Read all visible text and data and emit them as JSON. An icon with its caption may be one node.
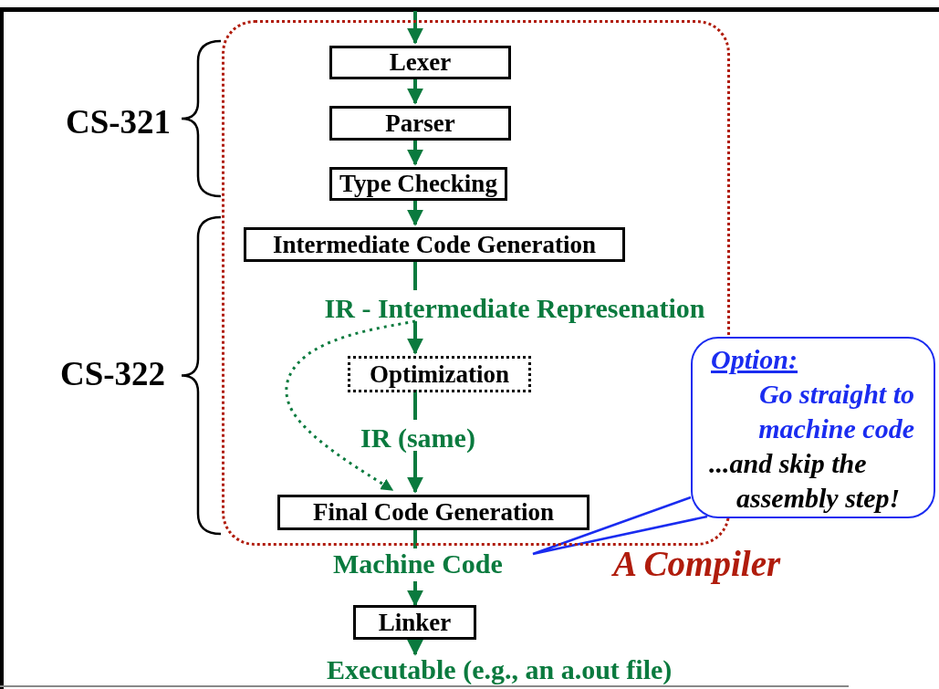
{
  "diagram": {
    "nodes": [
      {
        "text": [
          "A Compiler"
        ]
      },
      {
        "text": [
          "Lexer"
        ],
        "in": 0
      },
      {
        "text": [
          "Parser"
        ],
        "in": 0
      },
      {
        "text": [
          "Type Checking"
        ],
        "in": 0
      },
      {
        "text": [
          "Intermediate Code Generation"
        ],
        "in": 0
      },
      {
        "text": [
          "IR - Intermediate Represenation"
        ],
        "in": 0
      },
      {
        "text": [
          "Optimization"
        ],
        "in": 0
      },
      {
        "text": [
          "IR (same)"
        ],
        "in": 0
      },
      {
        "text": [
          "Final Code Generation"
        ],
        "in": 0
      },
      {
        "text": [
          "Machine Code"
        ]
      },
      {
        "text": [
          "Linker"
        ]
      },
      {
        "text": [
          "Executable (e.g., an a.out file)"
        ]
      },
      {
        "text": [
          "Option:",
          "Go straight to machine code",
          "...and skip the assembly step!"
        ]
      }
    ],
    "edges": [
      {
        "from": null,
        "to": 1,
        "arrow": "to"
      },
      {
        "from": 1,
        "to": 2,
        "arrow": "to"
      },
      {
        "from": 2,
        "to": 3,
        "arrow": "to"
      },
      {
        "from": 3,
        "to": 4,
        "arrow": "to"
      },
      {
        "from": 4,
        "to": 5,
        "arrow": "none"
      },
      {
        "from": 5,
        "to": 6,
        "arrow": "to"
      },
      {
        "from": 6,
        "to": 7,
        "arrow": "none"
      },
      {
        "from": 7,
        "to": 8,
        "arrow": "to"
      },
      {
        "from": 5,
        "to": 8,
        "arrow": "to",
        "style": "dashed"
      },
      {
        "from": 8,
        "to": 9,
        "arrow": "none"
      },
      {
        "from": 9,
        "to": 10,
        "arrow": "to"
      },
      {
        "from": 10,
        "to": 11,
        "arrow": "to"
      },
      {
        "from": 12,
        "to": 9,
        "arrow": "none",
        "color": "#1a2cf0"
      }
    ],
    "labels": [
      "CS-321",
      "CS-322"
    ]
  }
}
